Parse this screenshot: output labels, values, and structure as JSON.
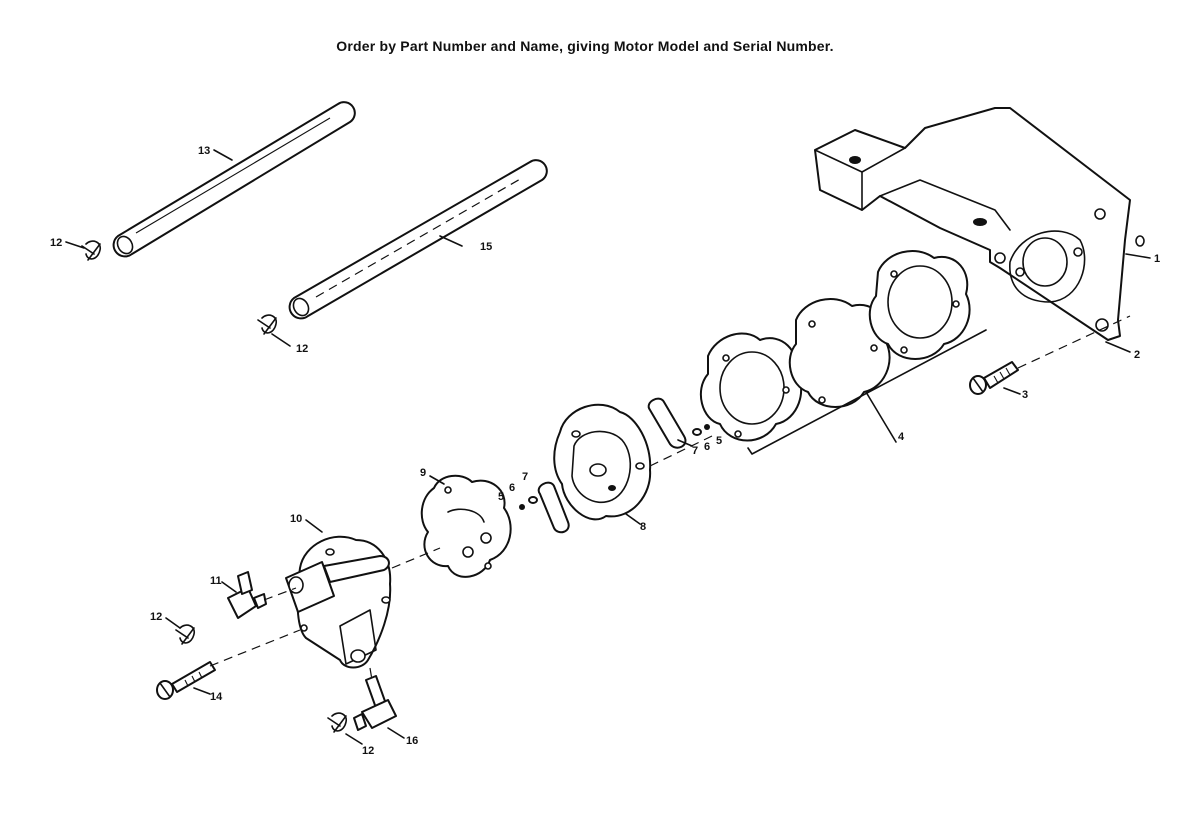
{
  "header": {
    "instruction": "Order by Part Number and Name, giving Motor Model and Serial Number."
  },
  "callouts": {
    "c1": "1",
    "c2": "2",
    "c3": "3",
    "c4": "4",
    "c5a": "5",
    "c5b": "5",
    "c6a": "6",
    "c6b": "6",
    "c7a": "7",
    "c7b": "7",
    "c8": "8",
    "c9": "9",
    "c10": "10",
    "c11": "11",
    "c12a": "12",
    "c12b": "12",
    "c12c": "12",
    "c12d": "12",
    "c13": "13",
    "c14": "14",
    "c15": "15",
    "c16": "16"
  }
}
